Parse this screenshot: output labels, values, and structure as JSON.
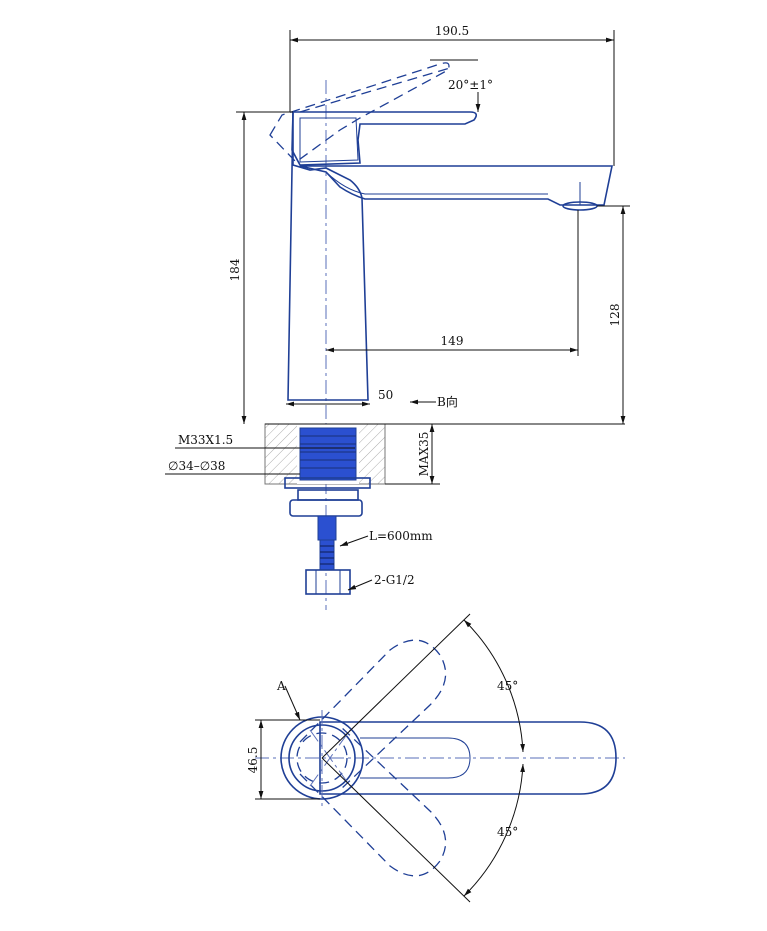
{
  "dimensions": {
    "overall_width": "190.5",
    "handle_angle": "20°±1°",
    "overall_height": "184",
    "spout_height": "128",
    "spout_reach": "149",
    "base_diameter": "50",
    "view_arrow": "B向",
    "thread": "M33X1.5",
    "hole_range": "∅34–∅38",
    "max_thickness": "MAX35",
    "hose_length": "L=600mm",
    "hose_fitting": "2-G1/2",
    "top_label_a": "A",
    "top_diameter": "46.5",
    "rotation_upper": "45°",
    "rotation_lower": "45°"
  },
  "colors": {
    "outline": "#1f3f96",
    "fill": "#2b50d0",
    "dimension": "#111111"
  }
}
